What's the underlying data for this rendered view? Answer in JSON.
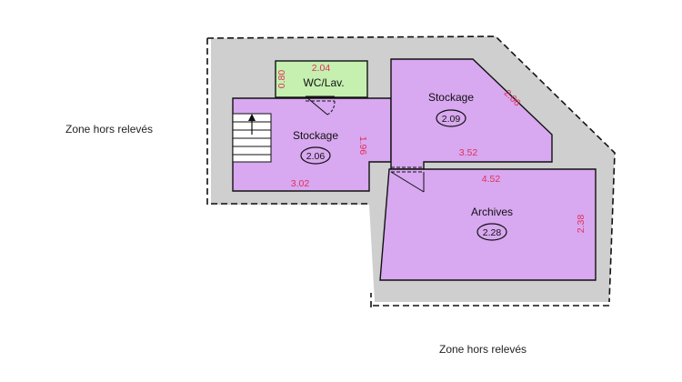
{
  "zones": {
    "outside_left": "Zone hors relevés",
    "outside_bottom": "Zone hors relevés"
  },
  "rooms": {
    "wc": {
      "name": "WC/Lav.",
      "area": "2.04",
      "height": "0.80"
    },
    "stockage_left": {
      "name": "Stockage",
      "area": "2.06"
    },
    "stockage_right": {
      "name": "Stockage",
      "area": "2.09"
    },
    "archives": {
      "name": "Archives",
      "area": "2.28"
    }
  },
  "dimensions": {
    "stockage_left_width": "3.02",
    "stockage_left_depth": "1.96",
    "stockage_right_width": "3.52",
    "stockage_right_diag": "2.06",
    "archives_width": "4.52",
    "archives_depth": "2.38"
  },
  "colors": {
    "room_fill": "#d8a8f0",
    "wc_fill": "#c5f0b0",
    "zone_fill": "#cfcfcf",
    "dimension_text": "#e0305a"
  }
}
